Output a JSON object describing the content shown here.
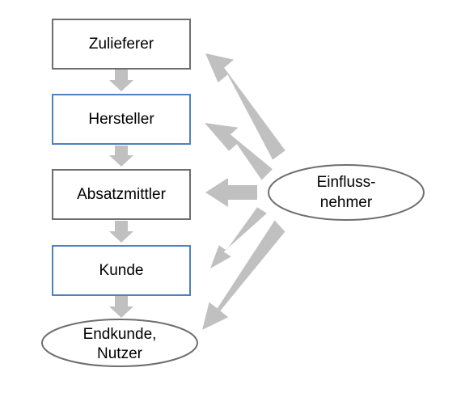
{
  "nodes": {
    "zulieferer": {
      "label": "Zulieferer"
    },
    "hersteller": {
      "label": "Hersteller"
    },
    "absatzmittler": {
      "label": "Absatzmittler"
    },
    "kunde": {
      "label": "Kunde"
    },
    "endkunde": {
      "label_line1": "Endkunde,",
      "label_line2": "Nutzer"
    },
    "einflussnehmer": {
      "label_line1": "Einfluss-",
      "label_line2": "nehmer"
    }
  },
  "colors": {
    "gray_border": "#6e6e6e",
    "blue_border": "#4f81bd",
    "arrow": "#c0c0c0"
  }
}
